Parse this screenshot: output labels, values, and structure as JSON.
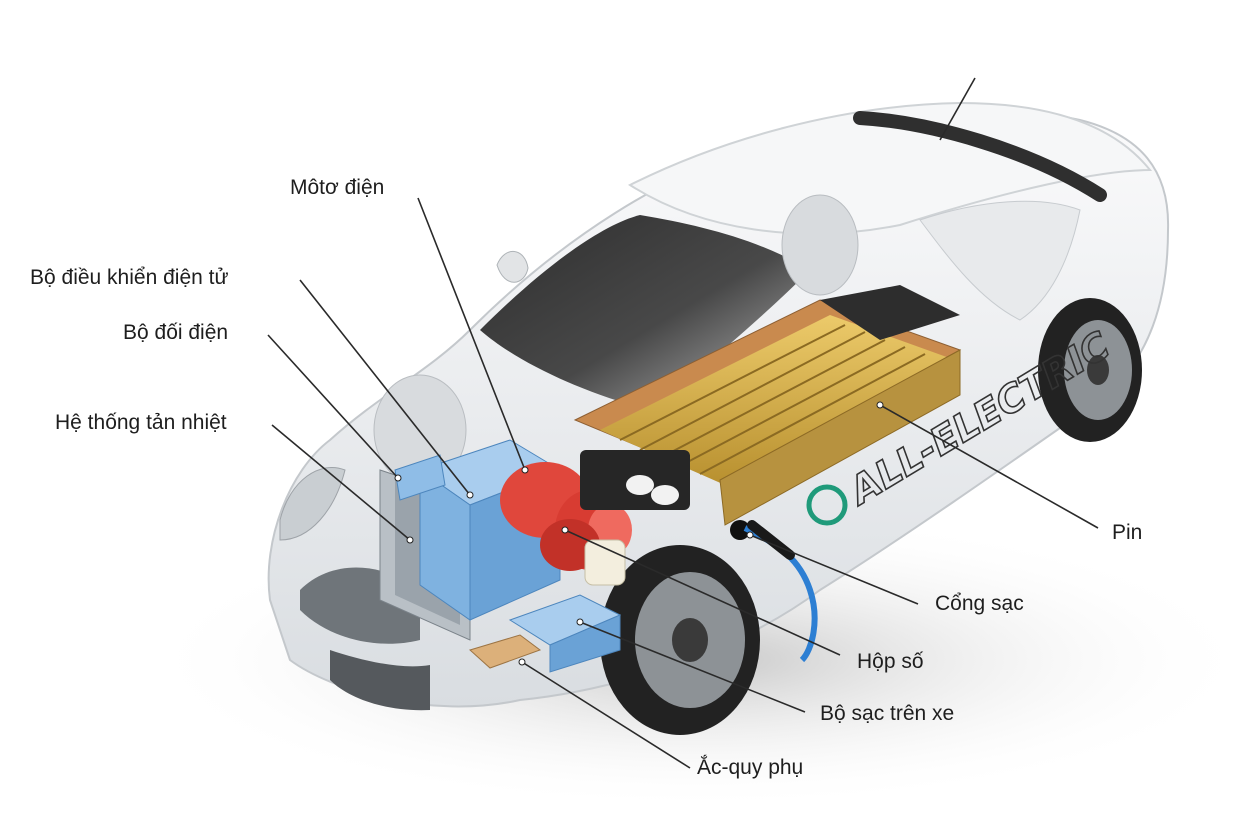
{
  "diagram": {
    "car_logo_text": "ALL-ELECTRIC",
    "labels": {
      "motor": "Môtơ điện",
      "controller": "Bộ điều khiển điện tử",
      "inverter": "Bộ đối điện",
      "cooling": "Hệ thống tản nhiệt",
      "battery": "Pin",
      "charge_port": "Cổng sạc",
      "gearbox": "Hộp số",
      "onboard_charger": "Bộ sạc trên xe",
      "aux_battery": "Ắc-quy phụ"
    },
    "colors": {
      "body": "#eef0f2",
      "glass": "#2b2b2b",
      "battery_cells": "#d9b04a",
      "battery_case": "#c98a4e",
      "motor": "#e0473c",
      "inverter": "#7fb2e0",
      "cooling": "#9aa3ab",
      "charge_cable": "#2d7fd3"
    }
  }
}
